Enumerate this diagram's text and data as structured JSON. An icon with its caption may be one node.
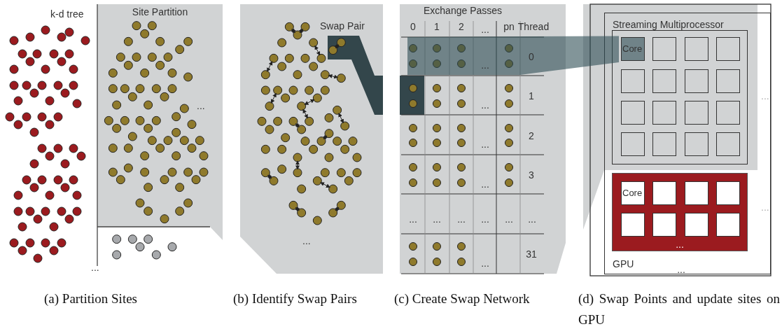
{
  "diagram": {
    "nodes": [
      {
        "text": [
          "Site Partition"
        ]
      },
      {
        "text": [
          "Swap Pair"
        ]
      },
      {
        "text": [
          "Exchange Passes"
        ]
      },
      {
        "text": [
          "GPU"
        ]
      },
      {
        "text": [
          "Streaming Multiprocessor"
        ],
        "in": 3
      },
      {
        "text": [
          "Core"
        ],
        "in": 4
      },
      {
        "text": [],
        "shape": "box",
        "in": 4
      },
      {
        "text": [],
        "shape": "box",
        "in": 4
      },
      {
        "text": [],
        "shape": "box",
        "in": 4
      },
      {
        "text": [],
        "shape": "box",
        "in": 4
      },
      {
        "text": [],
        "shape": "box",
        "in": 4
      },
      {
        "text": [],
        "shape": "box",
        "in": 4
      },
      {
        "text": [],
        "shape": "box",
        "in": 4
      },
      {
        "text": [],
        "shape": "box",
        "in": 4
      },
      {
        "text": [],
        "shape": "box",
        "in": 4
      },
      {
        "text": [],
        "shape": "box",
        "in": 4
      },
      {
        "text": [],
        "shape": "box",
        "in": 4
      },
      {
        "text": [],
        "shape": "box",
        "in": 4
      },
      {
        "text": [],
        "shape": "box",
        "in": 4
      },
      {
        "text": [],
        "shape": "box",
        "in": 4
      },
      {
        "text": [],
        "shape": "box",
        "in": 4
      },
      {
        "text": [
          "..."
        ],
        "in": 3
      },
      {
        "text": [
          "Core"
        ],
        "in": 21
      },
      {
        "text": [],
        "shape": "box",
        "in": 21
      },
      {
        "text": [],
        "shape": "box",
        "in": 21
      },
      {
        "text": [],
        "shape": "box",
        "in": 21
      },
      {
        "text": [],
        "shape": "box",
        "in": 21
      },
      {
        "text": [],
        "shape": "box",
        "in": 21
      },
      {
        "text": [],
        "shape": "box",
        "in": 21
      },
      {
        "text": [],
        "shape": "box",
        "in": 21
      }
    ],
    "labels": [
      "k-d tree",
      "...",
      "...",
      "...",
      "0",
      "1",
      "2",
      "...",
      "pn",
      "Thread",
      "...",
      "0",
      "...",
      "1",
      "...",
      "2",
      "...",
      "3",
      "...",
      "...",
      "...",
      "...",
      "...",
      "...",
      "...",
      "31",
      "...",
      "...",
      "...",
      "(a) Partition Sites",
      "(b) Identify Swap Pairs",
      "(c) Create Swap Network",
      "(d) Swap Points and update sites on GPU"
    ]
  }
}
